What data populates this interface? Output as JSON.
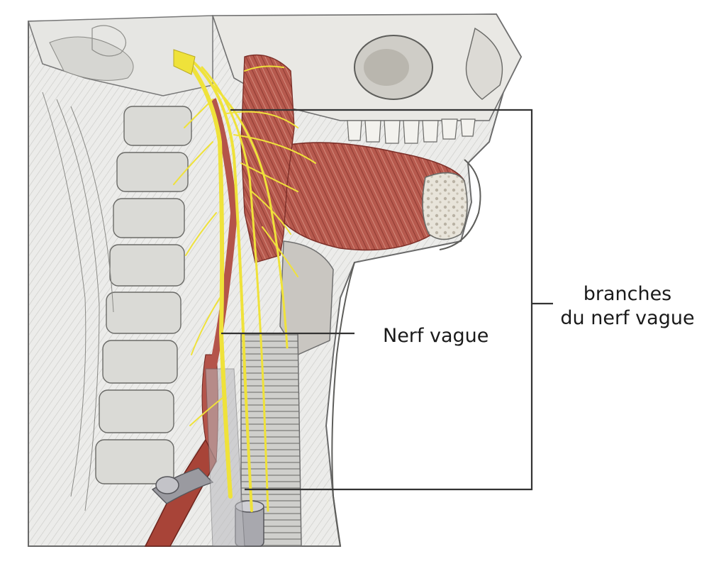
{
  "labels": {
    "vagus_nerve": "Nerf vague",
    "branches_line1": "branches",
    "branches_line2": "du nerf vague"
  },
  "colors": {
    "background": "#ffffff",
    "nerve": "#f0e43a",
    "muscle": "#b5554a",
    "bone": "#d9d6d0",
    "outline": "#6f6f6f",
    "skin": "#ededeb",
    "leader_line": "#333333",
    "artery": "#a84438",
    "vein": "#9a9aa0"
  }
}
